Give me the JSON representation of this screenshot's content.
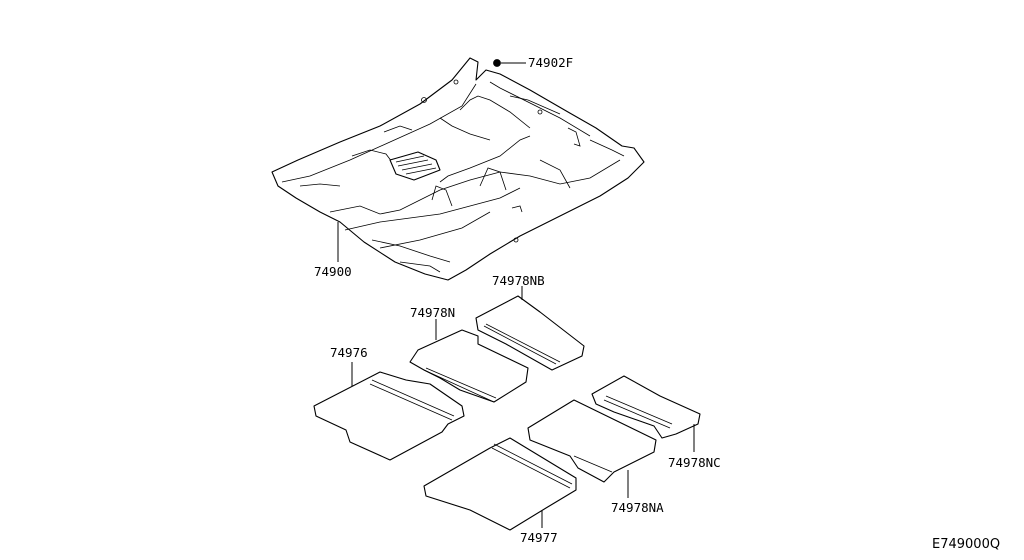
{
  "callouts": {
    "clip": "74902F",
    "carpet_main": "74900",
    "mat_rear_upper": "74978NB",
    "mat_center": "74978N",
    "mat_front_left": "74976",
    "mat_front_right": "74977",
    "mat_rear_right_upper": "74978NC",
    "mat_rear_right_lower": "74978NA"
  },
  "diagram_ref": "E749000Q"
}
